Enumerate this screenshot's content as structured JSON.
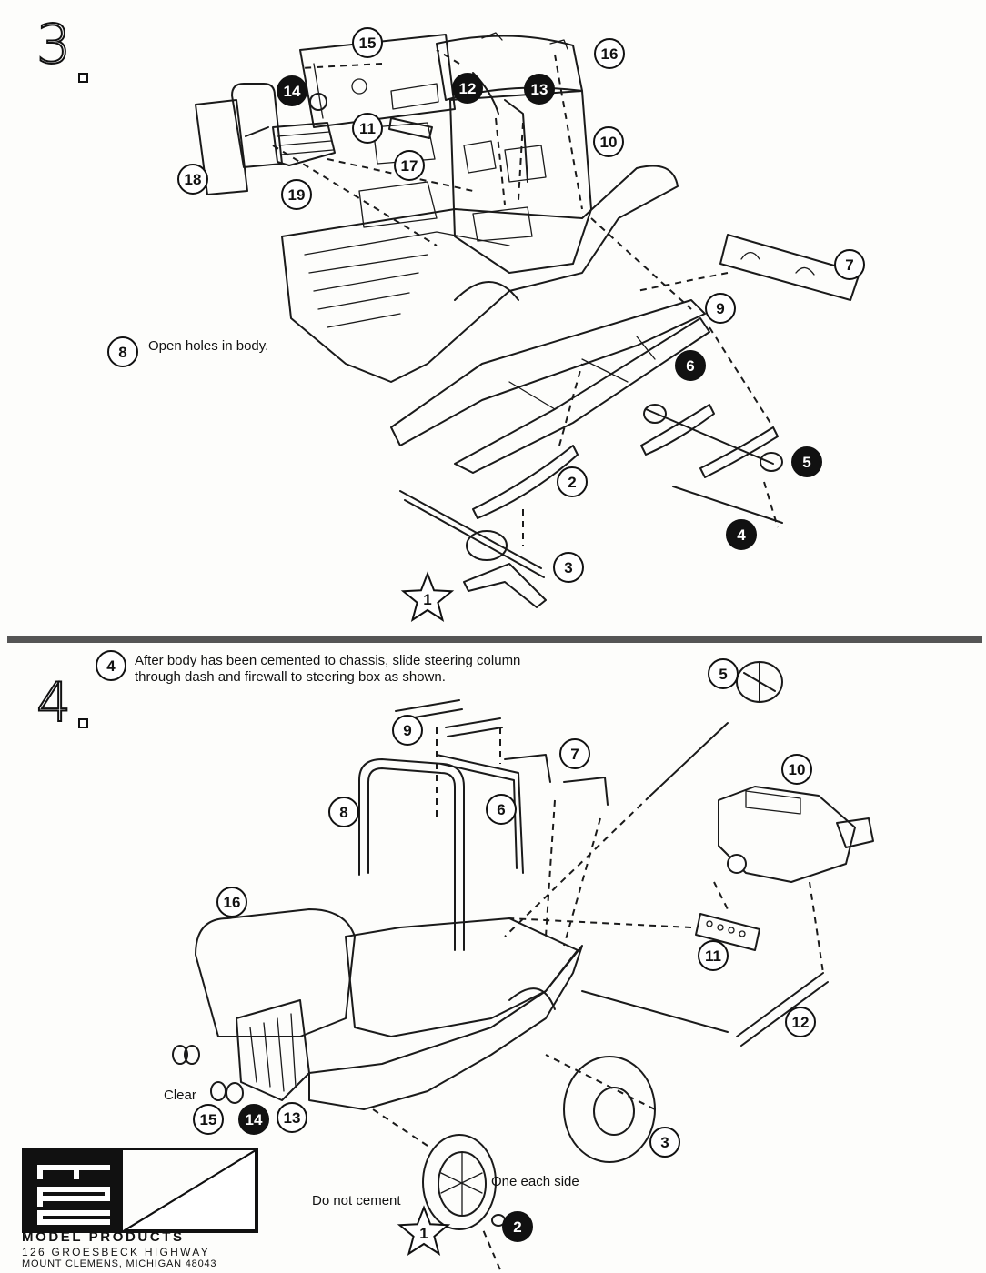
{
  "step3": {
    "number": "3",
    "note": "Open holes in body.",
    "note_ref": "8",
    "parts": [
      "15",
      "16",
      "14",
      "12",
      "13",
      "11",
      "17",
      "18",
      "19",
      "10",
      "7",
      "9",
      "6",
      "5",
      "4",
      "2",
      "3",
      "1"
    ]
  },
  "step4": {
    "number": "4",
    "note_ref": "4",
    "note_line1": "After body has been cemented to chassis, slide steering column",
    "note_line2": "through dash and firewall to steering box as shown.",
    "label_clear": "Clear",
    "label_one_each_side": "One each side",
    "label_do_not_cement": "Do not cement",
    "parts": [
      "5",
      "9",
      "7",
      "10",
      "8",
      "6",
      "16",
      "11",
      "12",
      "15",
      "14",
      "13",
      "3",
      "2",
      "1"
    ]
  },
  "logo": {
    "brand": "MODEL PRODUCTS",
    "address1": "126 GROESBECK HIGHWAY",
    "address2": "MOUNT CLEMENS, MICHIGAN 48043"
  },
  "colors": {
    "ink": "#1a1a1a",
    "paper": "#fdfdfb",
    "divider": "#555555"
  }
}
